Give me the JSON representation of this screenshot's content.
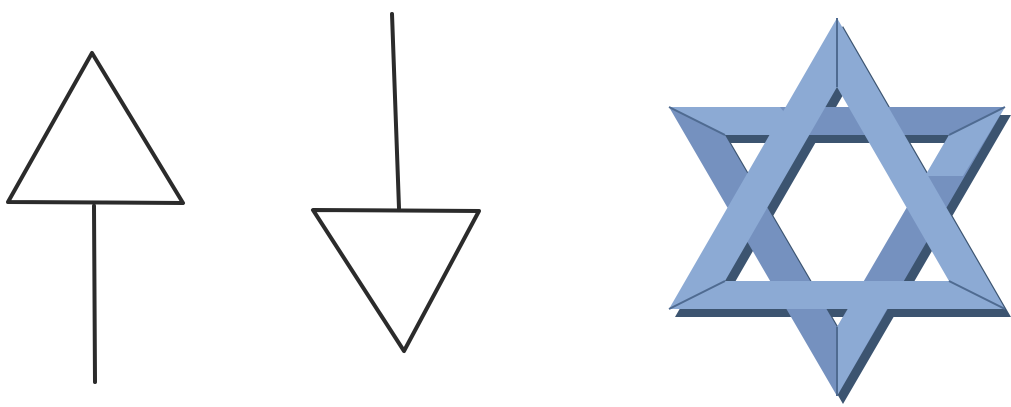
{
  "figures": [
    {
      "name": "up-arrow-symbol",
      "kind": "hand-drawn",
      "icon": "triangle-up-with-stem-icon"
    },
    {
      "name": "down-arrow-symbol",
      "kind": "hand-drawn",
      "icon": "triangle-down-with-stem-icon"
    },
    {
      "name": "star-of-david",
      "kind": "interlaced-hexagram",
      "icon": "hexagram-icon"
    }
  ],
  "colors": {
    "background": "#ffffff",
    "ink": "#2b2b2b",
    "star_face": "#8caad4",
    "star_side": "#7591bf",
    "star_shadow": "#3c5470"
  }
}
